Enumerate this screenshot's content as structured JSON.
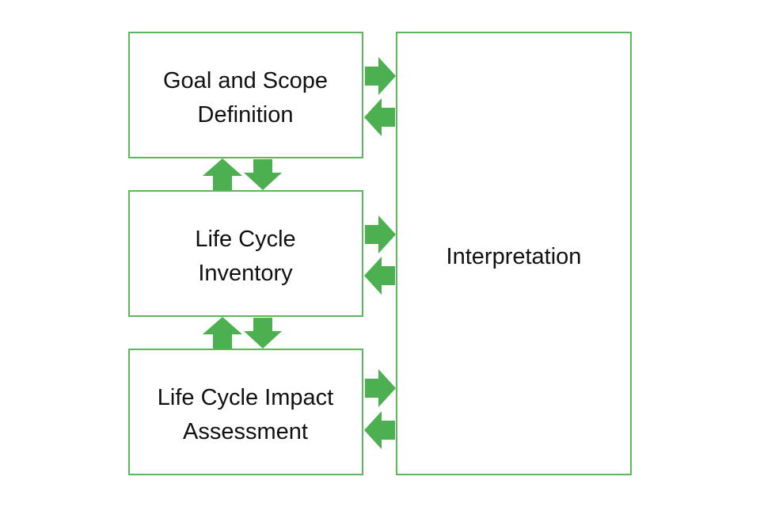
{
  "diagram": {
    "boxes": {
      "goal_scope": {
        "line1": "Goal and Scope",
        "line2": "Definition"
      },
      "inventory": {
        "line1": "Life Cycle",
        "line2": "Inventory"
      },
      "impact": {
        "line1": "Life Cycle Impact",
        "line2": "Assessment"
      },
      "interpretation": {
        "label": "Interpretation"
      }
    },
    "colors": {
      "box_border": "#5cb85c",
      "arrow_fill": "#4caf50",
      "text": "#111111"
    }
  }
}
